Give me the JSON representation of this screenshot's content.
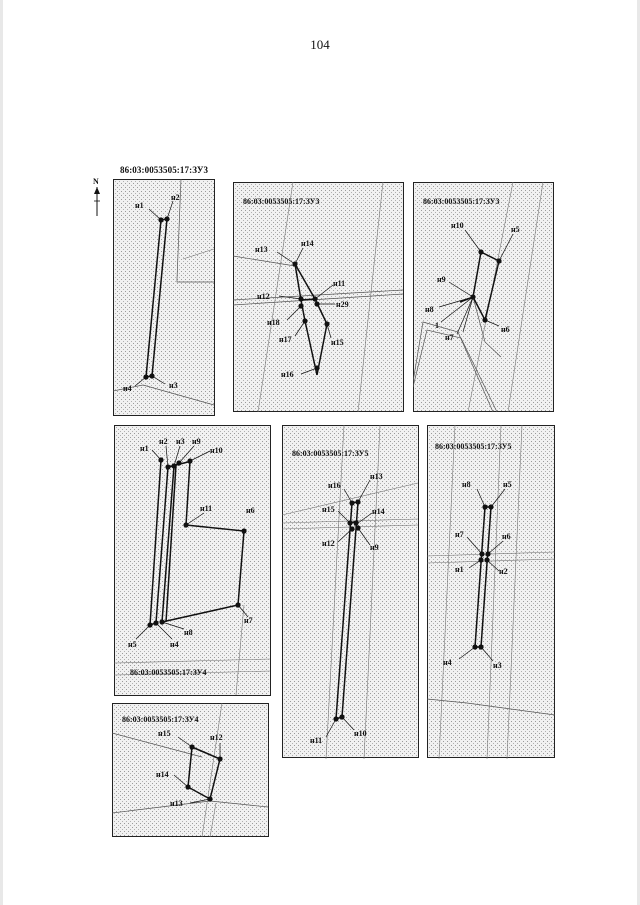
{
  "page_number": "104",
  "north_arrow": "N",
  "panels": [
    {
      "id": "p1",
      "parcel": "86:03:0053505:17:ЗУ3",
      "points": [
        "н1",
        "н2",
        "н3",
        "н4"
      ]
    },
    {
      "id": "p2",
      "parcel": "86:03:0053505:17:ЗУ3",
      "points": [
        "н11",
        "н12",
        "н13",
        "н14",
        "н15",
        "н16",
        "н17",
        "н18",
        "н29"
      ]
    },
    {
      "id": "p3",
      "parcel": "86:03:0053505:17:ЗУ3",
      "points": [
        "н10",
        "н5",
        "н9",
        "н8",
        "1",
        "н7",
        "н6"
      ]
    },
    {
      "id": "p4",
      "parcel": "86:03:0053505:17:ЗУ4",
      "points": [
        "н1",
        "н2",
        "н3",
        "н9",
        "н10",
        "н11",
        "н6",
        "н7",
        "н5",
        "н8",
        "н4"
      ]
    },
    {
      "id": "p5",
      "parcel": "86:03:0053505:17:ЗУ5",
      "points": [
        "н16",
        "н13",
        "н15",
        "н14",
        "н12",
        "н9",
        "н11",
        "н10"
      ]
    },
    {
      "id": "p6",
      "parcel": "86:03:0053505:17:ЗУ5",
      "points": [
        "н8",
        "н5",
        "н7",
        "н6",
        "н1",
        "н2",
        "н4",
        "н3"
      ]
    },
    {
      "id": "p7",
      "parcel": "86:03:0053505:17:ЗУ4",
      "points": [
        "н15",
        "н12",
        "н14",
        "н13"
      ]
    }
  ]
}
